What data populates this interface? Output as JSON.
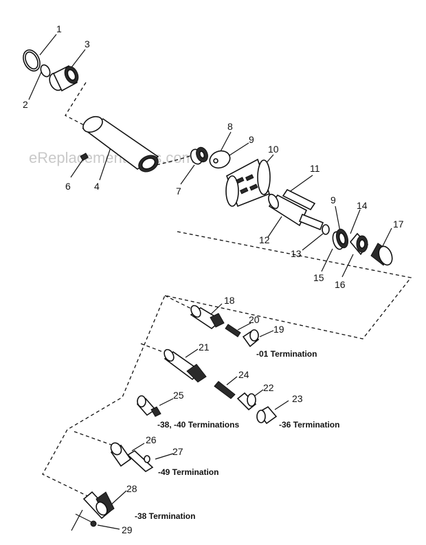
{
  "watermark": "eReplacementParts.com",
  "callouts": [
    "1",
    "2",
    "3",
    "6",
    "4",
    "7",
    "8",
    "9",
    "10",
    "11",
    "12",
    "13",
    "9",
    "14",
    "15",
    "16",
    "17",
    "18",
    "20",
    "19",
    "21",
    "24",
    "22",
    "23",
    "25",
    "26",
    "27",
    "28",
    "29"
  ],
  "terminations": [
    "-01 Termination",
    "-38, -40 Terminations",
    "-36 Termination",
    "-49 Termination",
    "-38 Termination"
  ]
}
